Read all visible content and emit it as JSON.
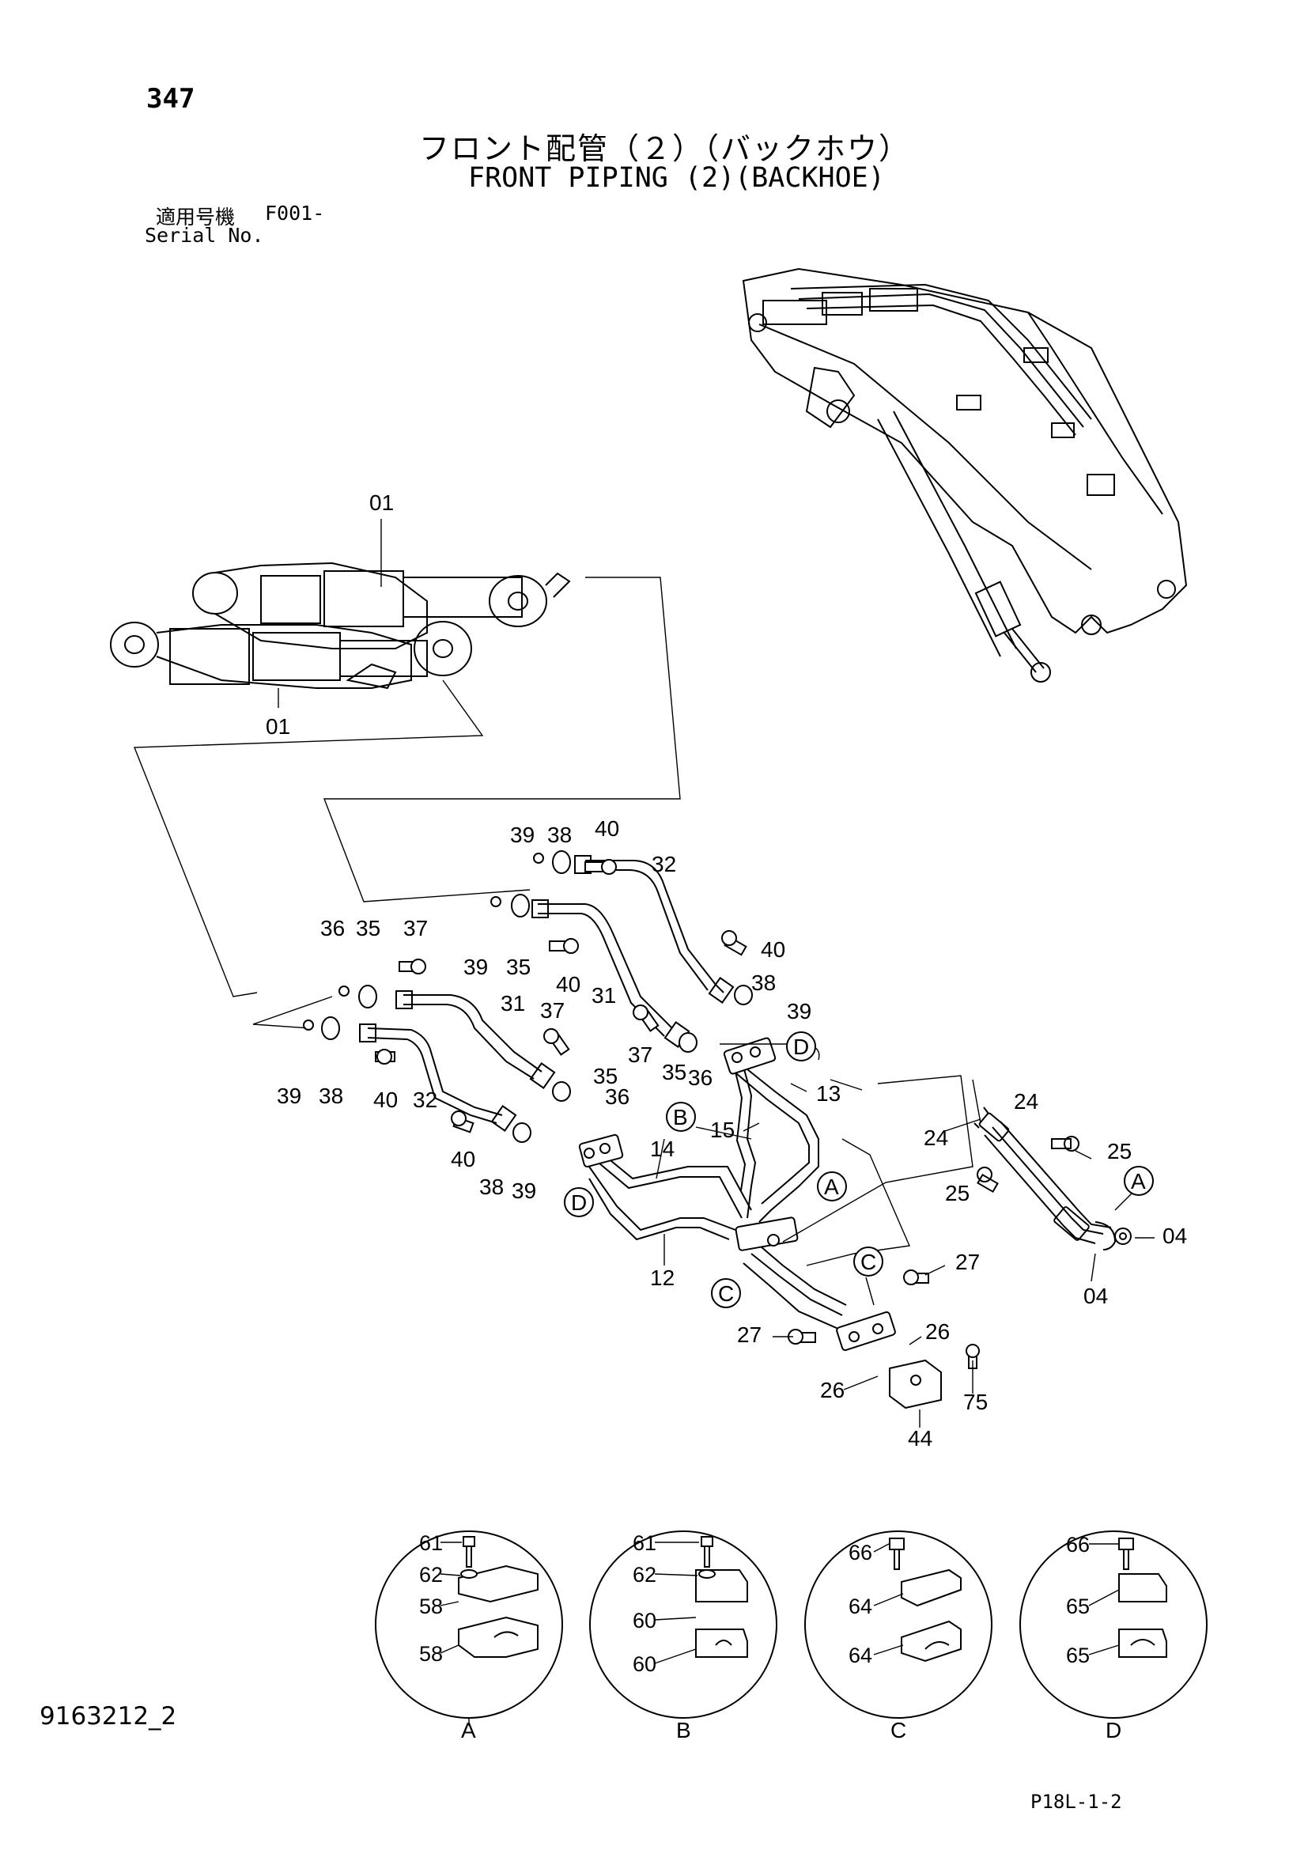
{
  "header": {
    "page_number": "347",
    "title_jp": "フロント配管（２）（バックホウ）",
    "title_en": "FRONT PIPING (2)(BACKHOE)",
    "serial_jp": "適用号機",
    "serial_code": "F001-",
    "serial_en": "Serial No."
  },
  "footer": {
    "doc_id": "9163212_2",
    "page_code": "P18L-1-2"
  },
  "callouts": {
    "c01a": "01",
    "c01b": "01",
    "c39a": "39",
    "c38a": "38",
    "c40a": "40",
    "c32a": "32",
    "c39b": "39",
    "c35a": "35",
    "c40b": "40",
    "c31a": "31",
    "c40c": "40",
    "c38b": "38",
    "c39c": "39",
    "c36a": "36",
    "c35b": "35",
    "c37a": "37",
    "c31b": "31",
    "c37b": "37",
    "c35c": "35",
    "c36b": "36",
    "c37c": "37",
    "c35d": "35",
    "c36c": "36",
    "c39d": "39",
    "c38c": "38",
    "c40d": "40",
    "c32b": "32",
    "c40e": "40",
    "c38d": "38",
    "c39e": "39",
    "c13": "13",
    "c15": "15",
    "c14": "14",
    "c12": "12",
    "c24a": "24",
    "c24b": "24",
    "c25a": "25",
    "c25b": "25",
    "c04a": "04",
    "c04b": "04",
    "c27a": "27",
    "c27b": "27",
    "c26a": "26",
    "c26b": "26",
    "c75": "75",
    "c44": "44"
  },
  "markers": {
    "mD1": "D",
    "mB1": "B",
    "mD2": "D",
    "mA1": "A",
    "mA2": "A",
    "mC1": "C",
    "mC2": "C"
  },
  "details": [
    {
      "letter": "A",
      "labels": [
        "61",
        "62",
        "58",
        "58"
      ]
    },
    {
      "letter": "B",
      "labels": [
        "61",
        "62",
        "60",
        "60"
      ]
    },
    {
      "letter": "C",
      "labels": [
        "66",
        "64",
        "64"
      ]
    },
    {
      "letter": "D",
      "labels": [
        "66",
        "65",
        "65"
      ]
    }
  ]
}
